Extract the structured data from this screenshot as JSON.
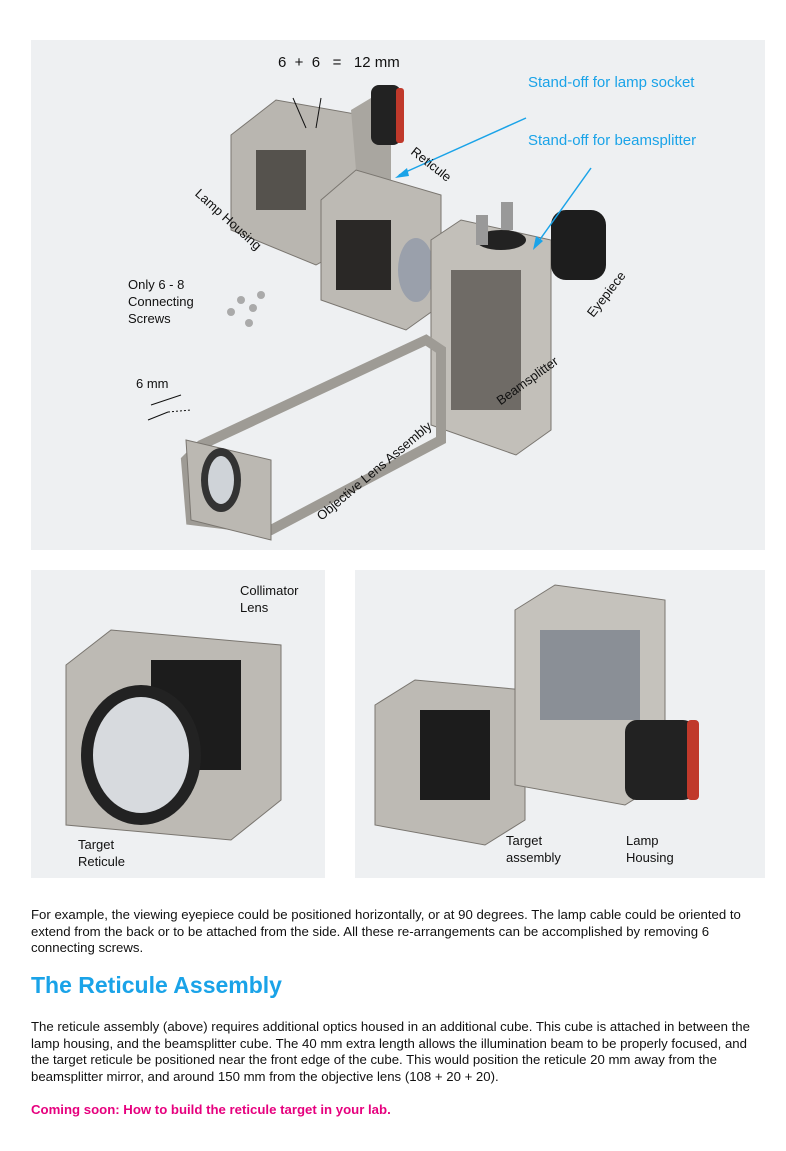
{
  "top_photo": {
    "equation_label": "6  +  6   =   12 mm",
    "standoff_lamp_label": "Stand-off for lamp socket",
    "standoff_beamsplitter_label": "Stand-off for beamsplitter",
    "reticule_label": "Reticule",
    "lamp_housing_label": "Lamp Housing",
    "screws_label": [
      "Only 6 - 8",
      "Connecting",
      "Screws"
    ],
    "six_mm_label": "6 mm",
    "eyepiece_label": "Eyepiece",
    "beamsplitter_label": "Beamsplitter",
    "objective_label": "Objective Lens Assembly",
    "accent_color": "#1aa3e8"
  },
  "left_photo": {
    "collimator_label": [
      "Collimator",
      "Lens"
    ],
    "target_label": [
      "Target",
      "Reticule"
    ]
  },
  "right_photo": {
    "target_label": [
      "Target",
      "assembly"
    ],
    "lamp_label": [
      "Lamp",
      "Housing"
    ]
  },
  "body": {
    "paragraph1": "For example, the viewing eyepiece could be positioned horizontally, or at 90 degrees. The lamp cable could be oriented to extend from the back or to be attached from the side. All these re-arrangements can be accomplished by removing 6 connecting screws.",
    "heading": "The Reticule Assembly",
    "paragraph2": "The reticule assembly (above) requires additional optics housed in an additional cube. This cube is attached in between the lamp housing, and the beamsplitter cube. The 40 mm extra length allows the illumination beam to be properly focused, and the target reticule be positioned near the front edge of the cube. This would position the reticule 20 mm away from the beamsplitter mirror, and around 150 mm from the objective lens (108 + 20 + 20).",
    "coming_soon": "Coming soon: How to build the reticule target in your lab.",
    "highlight_color": "#e6007e"
  }
}
